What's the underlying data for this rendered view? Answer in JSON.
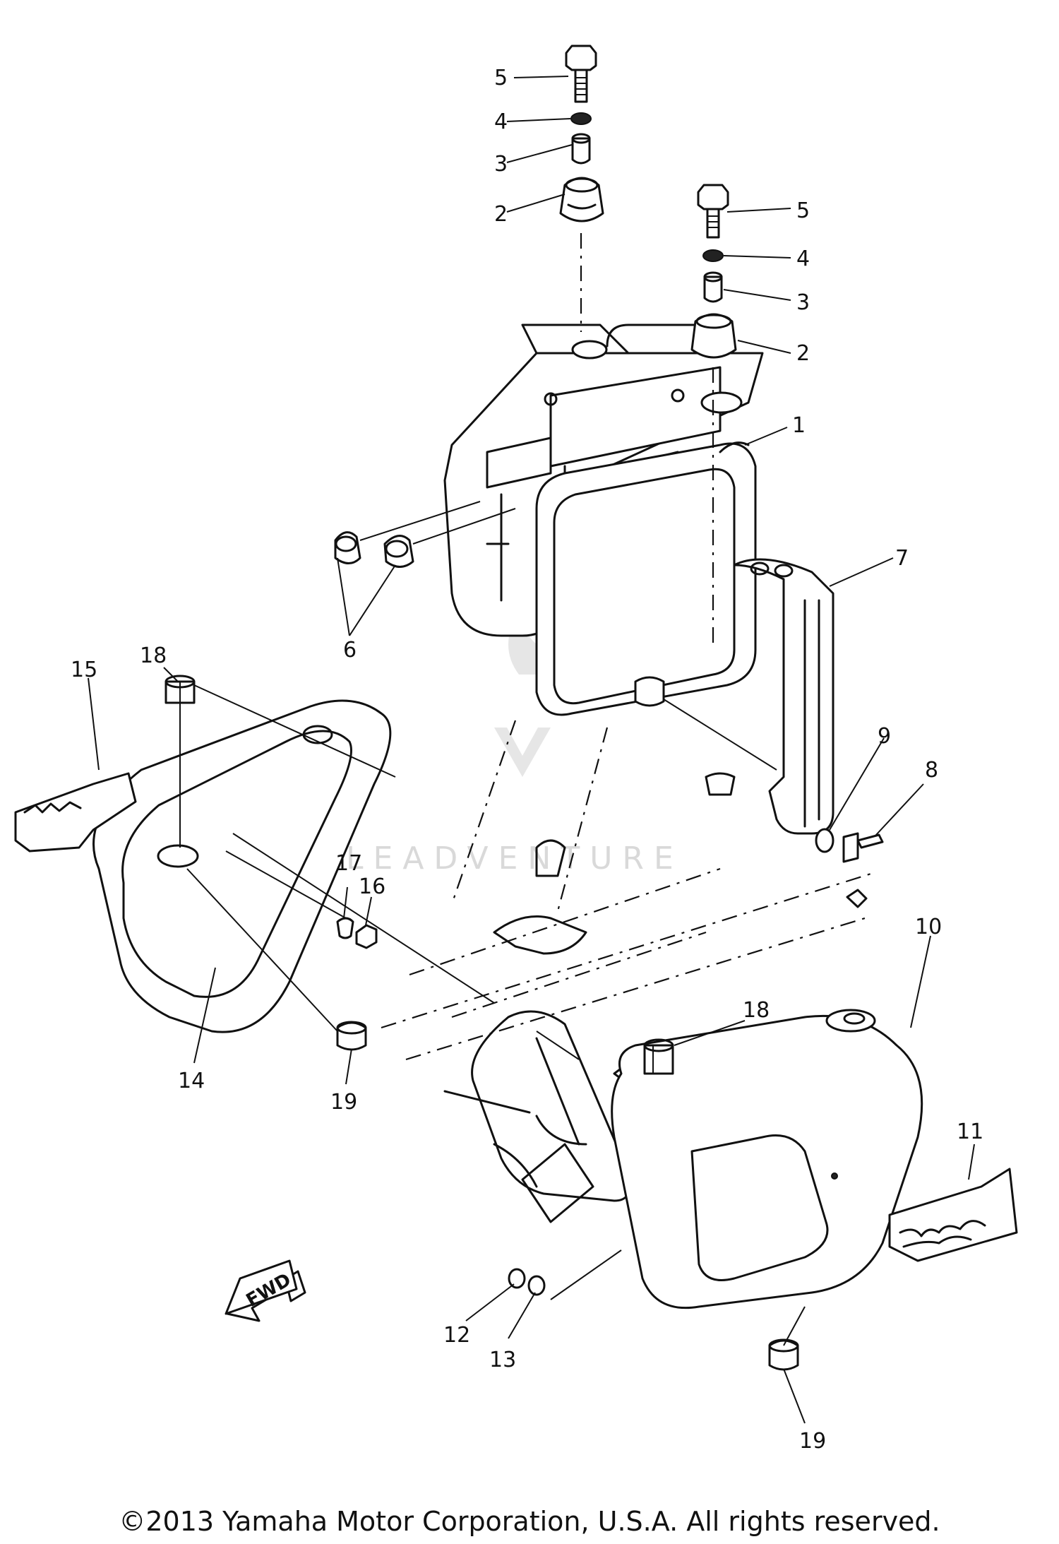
{
  "copyright": "©2013 Yamaha Motor Corporation, U.S.A. All rights reserved.",
  "fwd_label": "FWD",
  "watermark": "LEADVENTURE",
  "callouts": {
    "c1": "1",
    "c2a": "2",
    "c2b": "2",
    "c3a": "3",
    "c3b": "3",
    "c4a": "4",
    "c4b": "4",
    "c5a": "5",
    "c5b": "5",
    "c6": "6",
    "c7": "7",
    "c8": "8",
    "c9": "9",
    "c10": "10",
    "c11": "11",
    "c12": "12",
    "c13": "13",
    "c14": "14",
    "c15": "15",
    "c16": "16",
    "c17": "17",
    "c18a": "18",
    "c18b": "18",
    "c19a": "19",
    "c19b": "19"
  }
}
